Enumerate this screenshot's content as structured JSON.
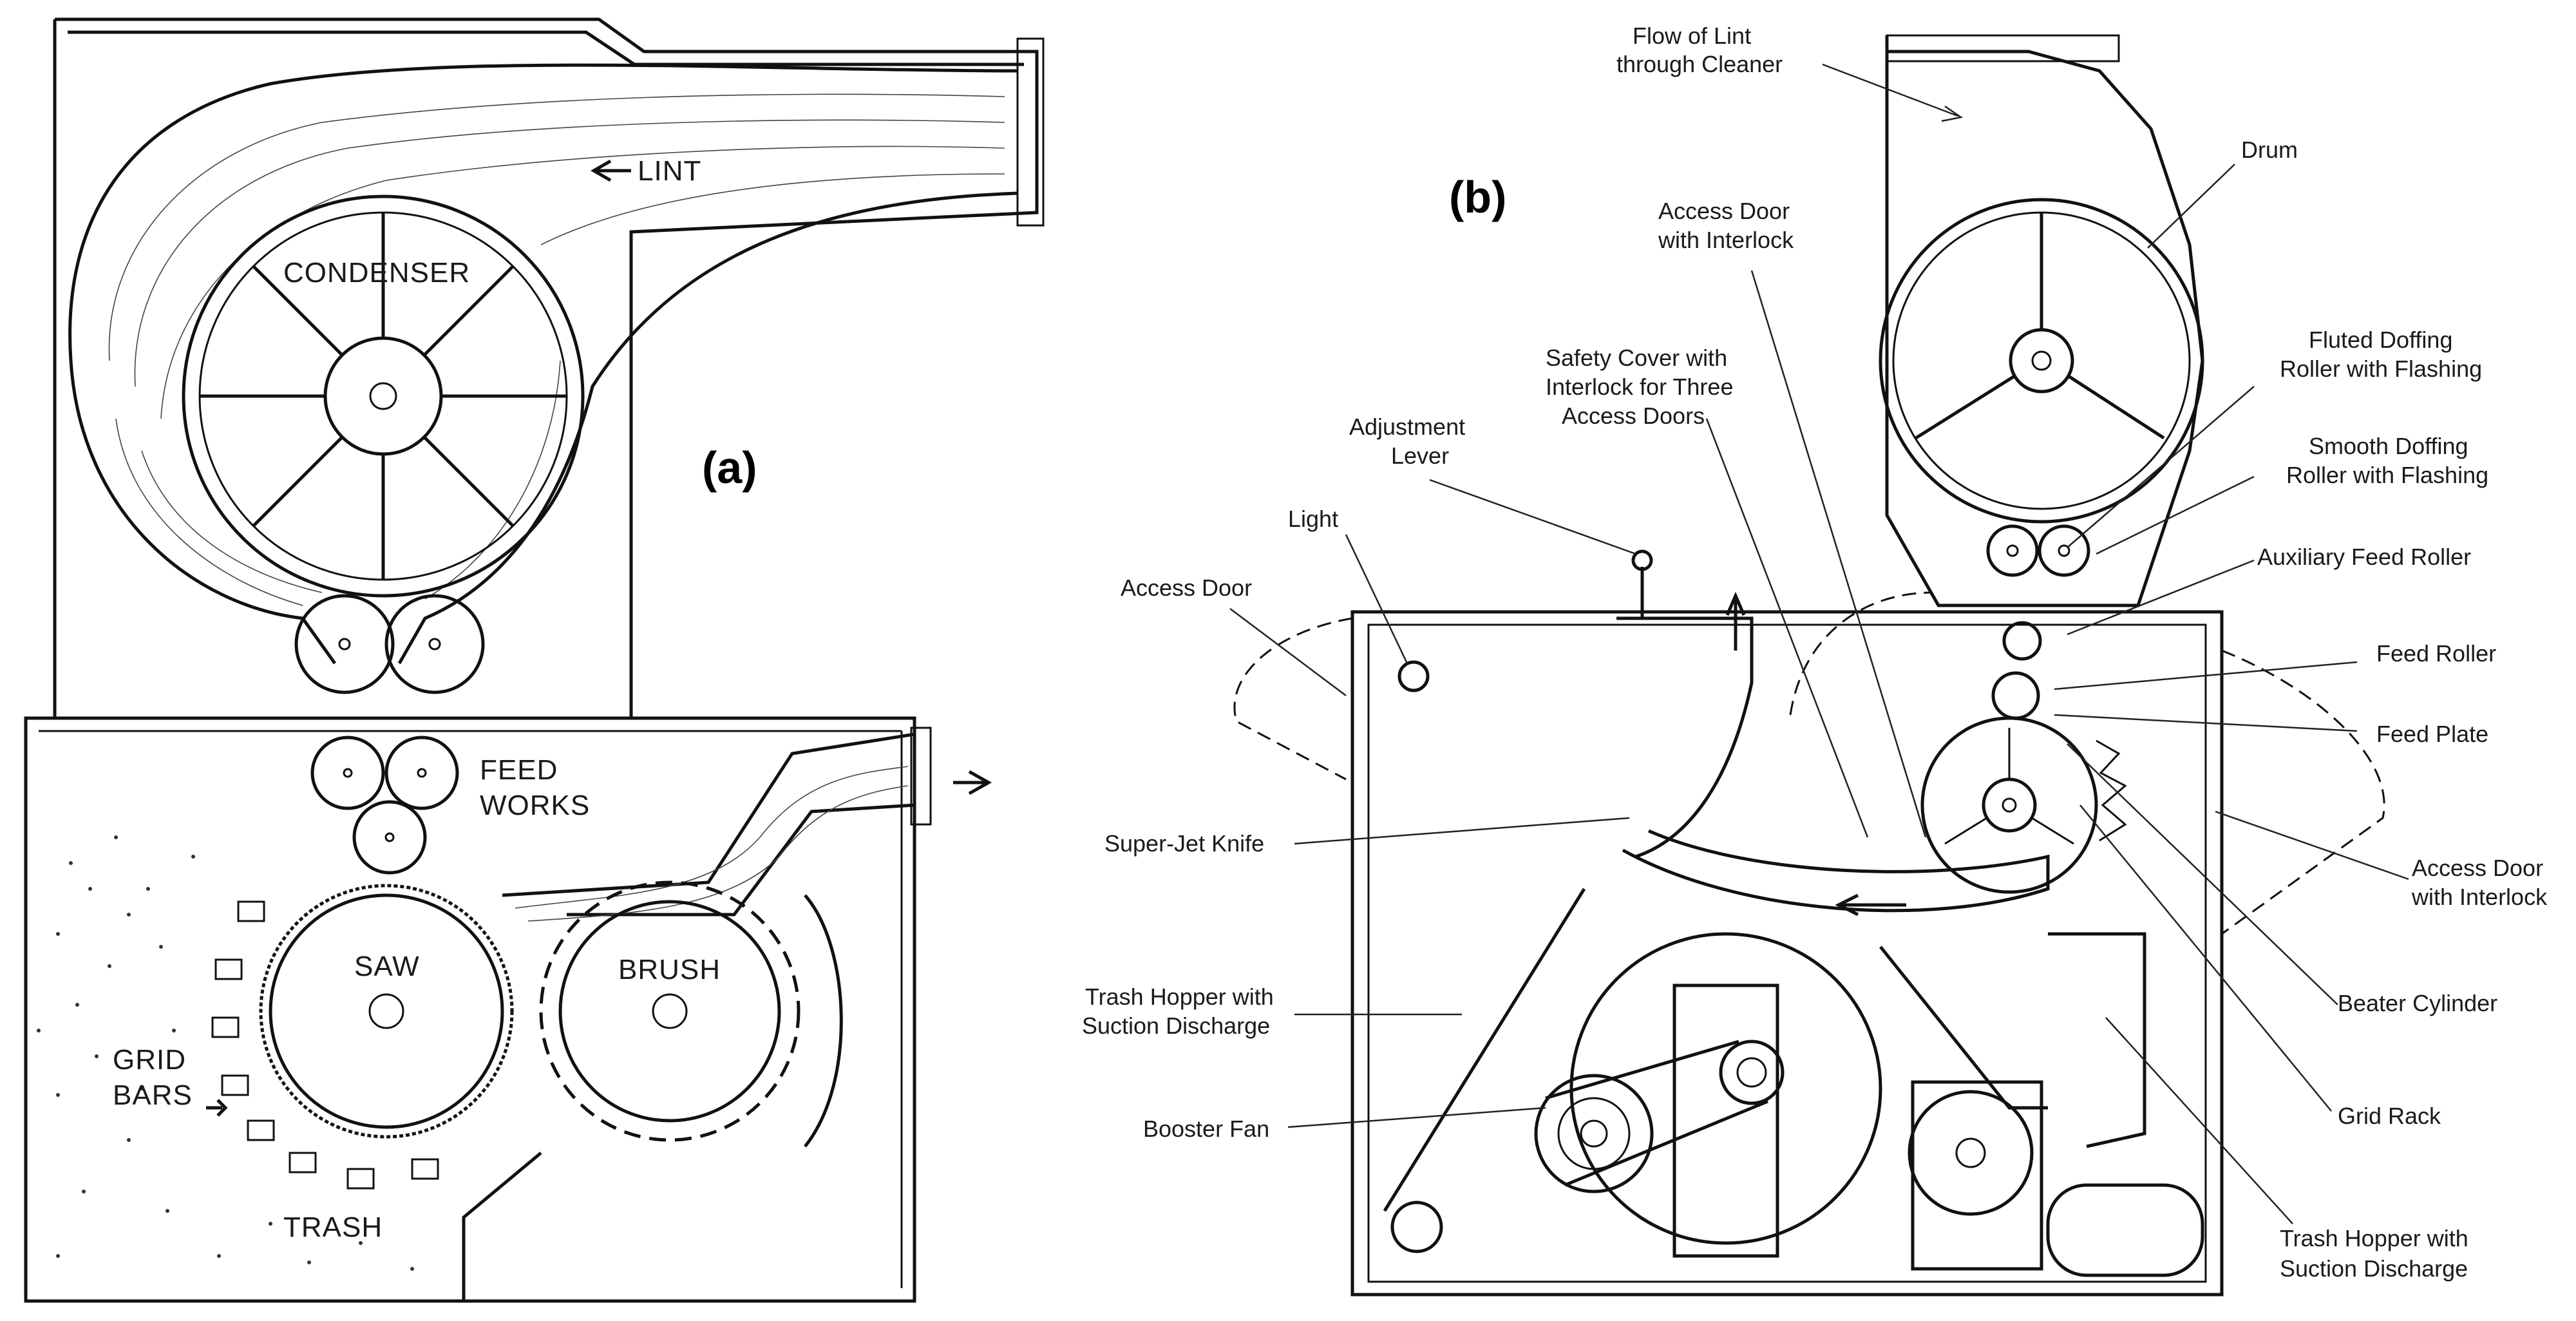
{
  "panel_a": {
    "tag": "(a)",
    "labels": {
      "lint": "LINT",
      "condenser": "CONDENSER",
      "feed_works_1": "FEED",
      "feed_works_2": "WORKS",
      "saw": "SAW",
      "brush": "BRUSH",
      "grid_bars_1": "GRID",
      "grid_bars_2": "BARS",
      "trash": "TRASH"
    }
  },
  "panel_b": {
    "tag": "(b)",
    "labels": {
      "flow_of_lint_1": "Flow of Lint",
      "flow_of_lint_2": "through Cleaner",
      "drum": "Drum",
      "access_door_interlock_top_1": "Access Door",
      "access_door_interlock_top_2": "with Interlock",
      "safety_cover_1": "Safety Cover with",
      "safety_cover_2": "Interlock for Three",
      "safety_cover_3": "Access Doors",
      "fluted_doffing_1": "Fluted Doffing",
      "fluted_doffing_2": "Roller with Flashing",
      "smooth_doffing_1": "Smooth Doffing",
      "smooth_doffing_2": "Roller with Flashing",
      "adjustment_lever_1": "Adjustment",
      "adjustment_lever_2": "Lever",
      "light": "Light",
      "access_door_left": "Access Door",
      "auxiliary_feed_roller": "Auxiliary Feed Roller",
      "feed_roller": "Feed Roller",
      "feed_plate": "Feed Plate",
      "super_jet_knife": "Super-Jet Knife",
      "access_door_right_1": "Access Door",
      "access_door_right_2": "with Interlock",
      "trash_hopper_left_1": "Trash Hopper with",
      "trash_hopper_left_2": "Suction Discharge",
      "beater_cylinder": "Beater Cylinder",
      "booster_fan": "Booster Fan",
      "grid_rack": "Grid Rack",
      "trash_hopper_right_1": "Trash Hopper with",
      "trash_hopper_right_2": "Suction Discharge"
    }
  }
}
